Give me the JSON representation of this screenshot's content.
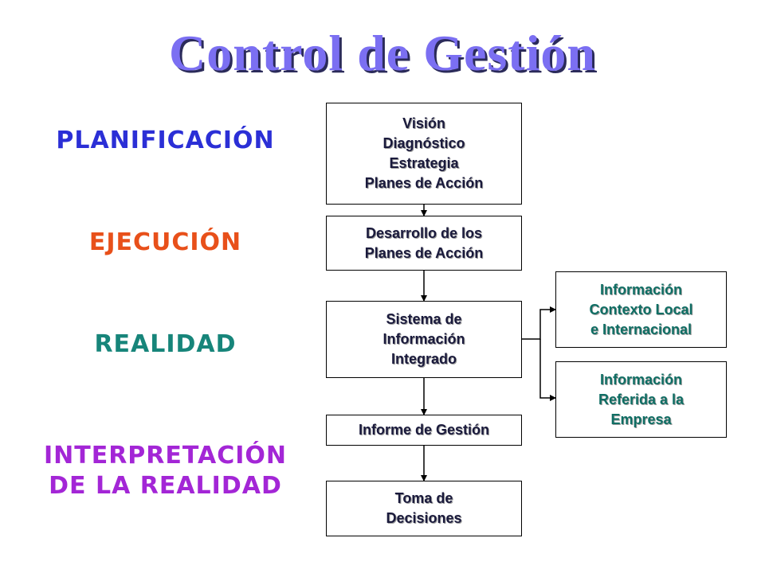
{
  "title": "Control de Gestión",
  "colors": {
    "title": "#7b6ff2",
    "planificacion": "#2b2fd6",
    "ejecucion": "#e8501a",
    "realidad": "#17857a",
    "interpretacion": "#a326d6",
    "box_text": "#1a1a3c",
    "side_box_text": "#0f6e64"
  },
  "stages": {
    "planificacion": "PLANIFICACIÓN",
    "ejecucion": "EJECUCIÓN",
    "realidad": "REALIDAD",
    "interpretacion": [
      "INTERPRETACIÓN",
      "DE LA REALIDAD"
    ]
  },
  "boxes": {
    "planning": [
      "Visión",
      "Diagnóstico",
      "Estrategia",
      "Planes de Acción"
    ],
    "development": [
      "Desarrollo de los",
      "Planes de Acción"
    ],
    "information_system": [
      "Sistema de",
      "Información",
      "Integrado"
    ],
    "report": [
      "Informe de Gestión"
    ],
    "decisions": [
      "Toma de",
      "Decisiones"
    ],
    "info_context": [
      "Información",
      "Contexto Local",
      "e Internacional"
    ],
    "info_company": [
      "Información",
      "Referida a la",
      "Empresa"
    ]
  }
}
